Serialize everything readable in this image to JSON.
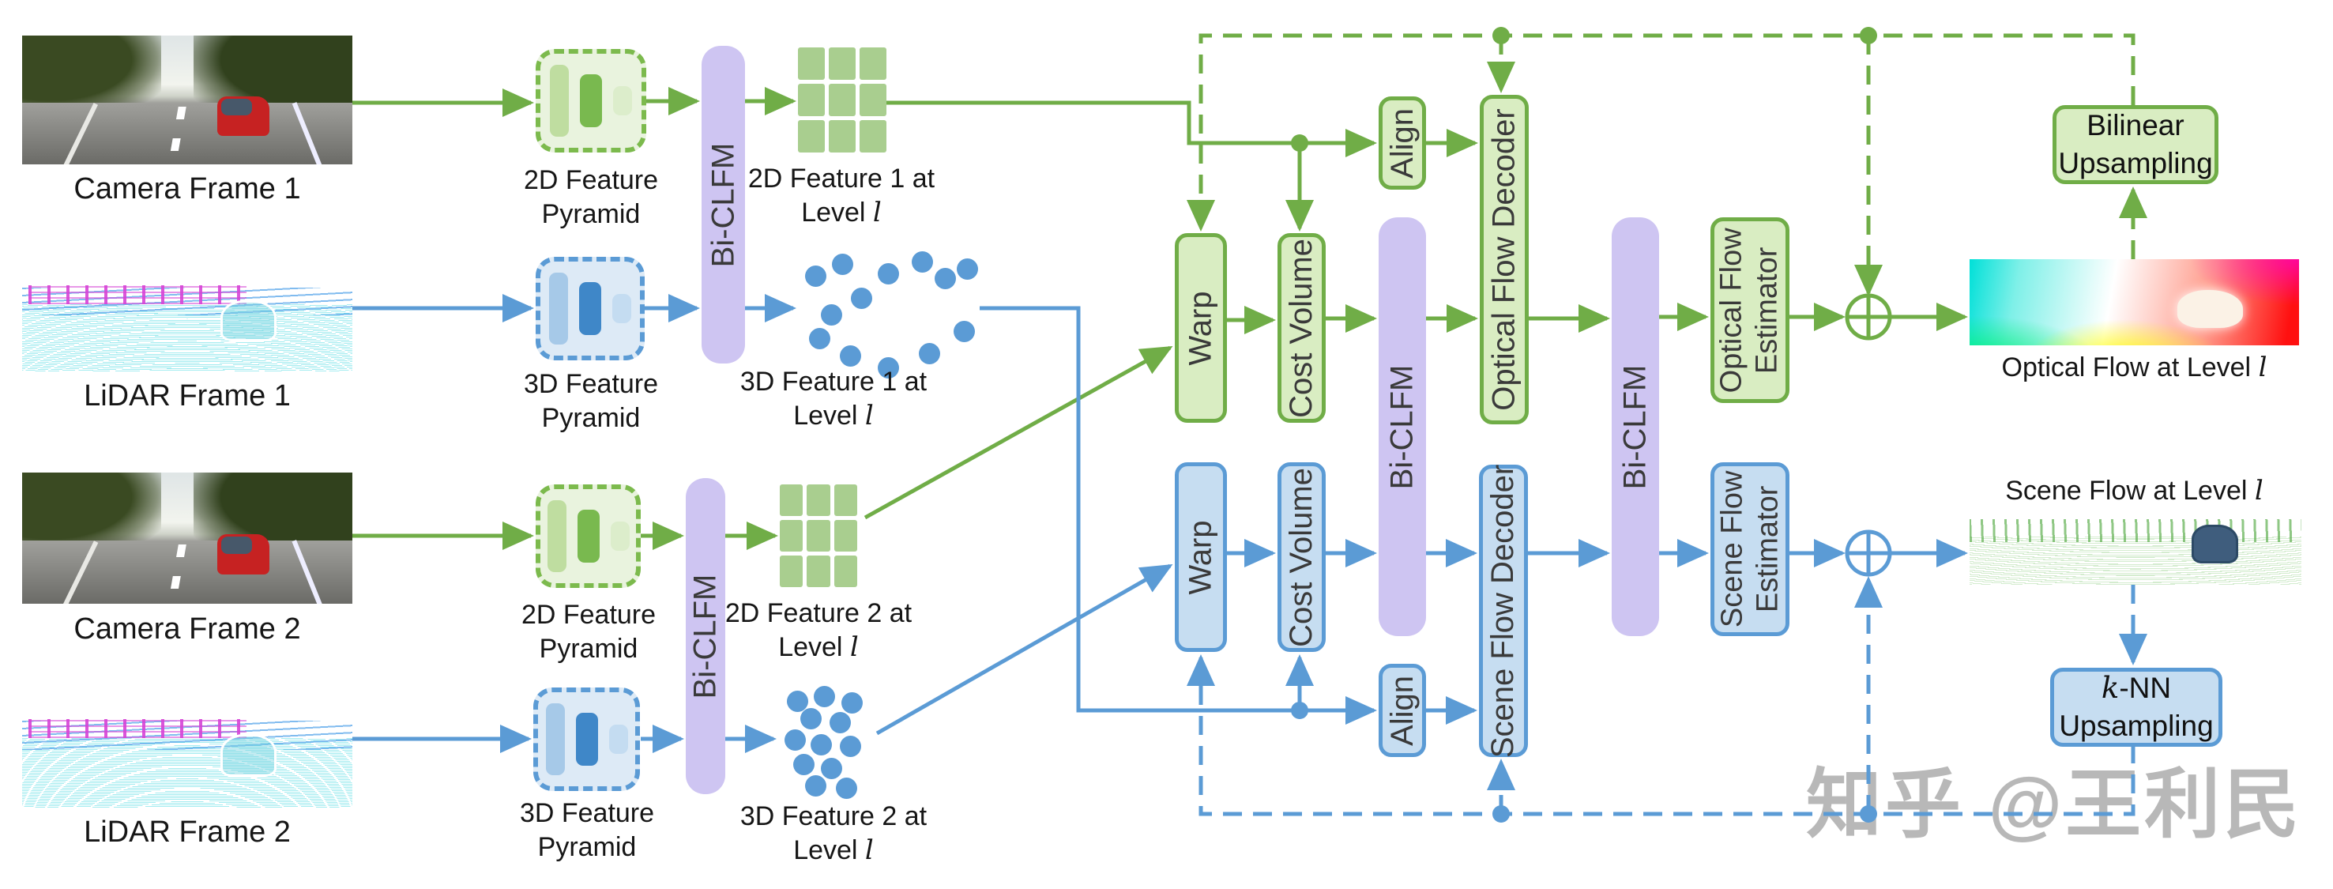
{
  "colors": {
    "green": "#70AD47",
    "green_fill": "#D9EDC2",
    "green_light": "#E9F3DE",
    "blue": "#5B9BD5",
    "blue_fill": "#C6DDF1",
    "blue_light": "#DDEAF6",
    "lavender": "#CEC5F2",
    "text": "#161616",
    "box_text": "#3A3A3A",
    "watermark": "#ACACAC"
  },
  "inputs": {
    "camera1": "Camera Frame 1",
    "lidar1": "LiDAR Frame 1",
    "camera2": "Camera Frame 2",
    "lidar2": "LiDAR Frame 2"
  },
  "pyramids": {
    "p2d": "2D Feature Pyramid",
    "p3d": "3D Feature Pyramid"
  },
  "features": {
    "f2d1": "2D Feature 1 at",
    "f3d1": "3D Feature 1 at",
    "f2d2": "2D Feature 2 at",
    "f3d2": "3D Feature 2 at",
    "level_word": "Level",
    "level_var": "l"
  },
  "blocks": {
    "bi_clfm": "Bi-CLFM",
    "warp": "Warp",
    "cost_volume": "Cost Volume",
    "align": "Align",
    "optical_flow_decoder": "Optical Flow Decoder",
    "scene_flow_decoder": "Scene Flow Decoder",
    "optical_flow_estimator_1": "Optical Flow",
    "optical_flow_estimator_2": "Estimator",
    "scene_flow_estimator_1": "Scene Flow",
    "scene_flow_estimator_2": "Estimator",
    "bilinear_1": "Bilinear",
    "bilinear_2": "Upsampling",
    "knn_var": "k",
    "knn_suffix": "-NN",
    "knn_2": "Upsampling"
  },
  "outputs": {
    "optical_flow_prefix": "Optical Flow at Level",
    "scene_flow_prefix": "Scene Flow at Level",
    "level_var": "l"
  },
  "watermark": "知乎 @王利民"
}
